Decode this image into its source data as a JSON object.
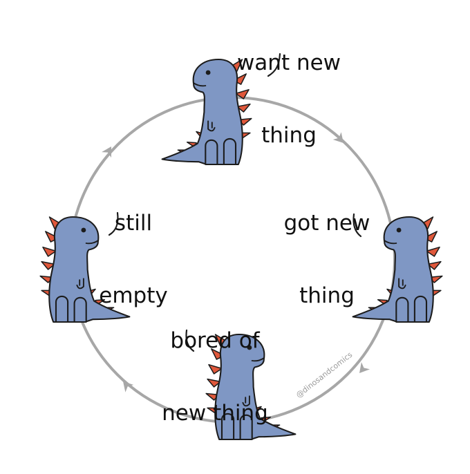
{
  "comic": {
    "stages": [
      {
        "id": "want",
        "caption_line1": "want new",
        "caption_line2": "thing"
      },
      {
        "id": "got",
        "caption_line1": "got new",
        "caption_line2": "thing"
      },
      {
        "id": "bored",
        "caption_line1": "bored of",
        "caption_line2": "new thing"
      },
      {
        "id": "empty",
        "caption_line1": "still",
        "caption_line2": "empty"
      }
    ],
    "watermark": "@dinosandcomics",
    "colors": {
      "dino_body": "#7f97c4",
      "dino_spikes": "#e0583b",
      "outline": "#1c1c1c",
      "cycle_ring": "#a7a7a7",
      "background": "#ffffff"
    },
    "icons": [
      "dinosaur-character",
      "cycle-arrow"
    ]
  }
}
